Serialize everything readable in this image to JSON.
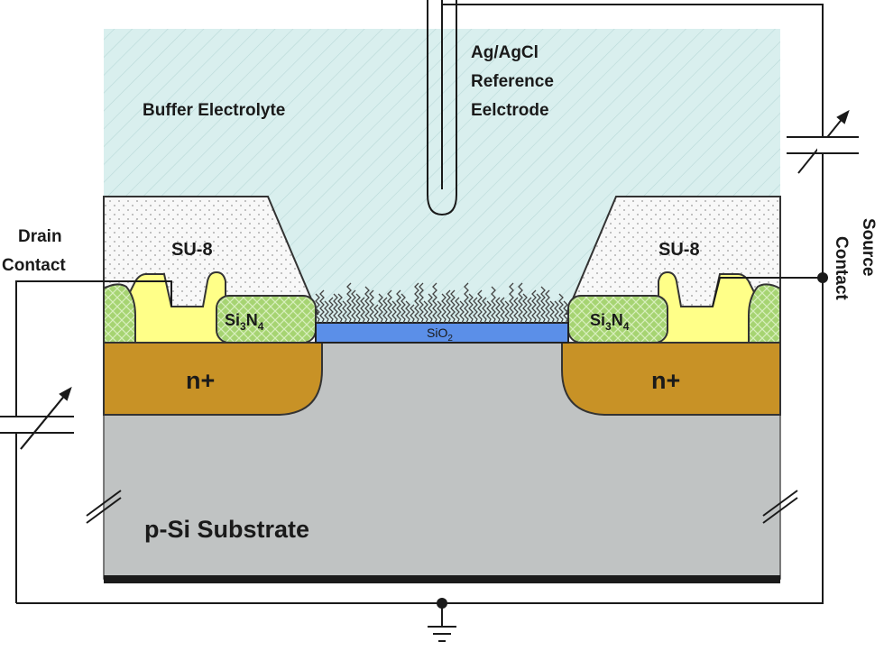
{
  "labels": {
    "electrolyte": "Buffer Electrolyte",
    "reference": [
      "Ag/AgCl",
      "Reference",
      "Eelctrode"
    ],
    "drain": [
      "Drain",
      "Contact"
    ],
    "source": [
      "Source",
      "Contact"
    ],
    "su8": "SU-8",
    "si3n4_base": "Si",
    "si3n4_sub1": "3",
    "si3n4_mid": "N",
    "si3n4_sub2": "4",
    "sio2_base": "SiO",
    "sio2_sub": "2",
    "nplus": "n+",
    "substrate": "p-Si Substrate"
  },
  "colors": {
    "electrolyte": "#d7eeee",
    "su8": "#f7f7f7",
    "si3n4": "#a6d472",
    "metal": "#ffff88",
    "sio2": "#5b8fe8",
    "nplus": "#c89226",
    "substrate": "#c0c3c3",
    "wire": "#1a1a1a"
  }
}
